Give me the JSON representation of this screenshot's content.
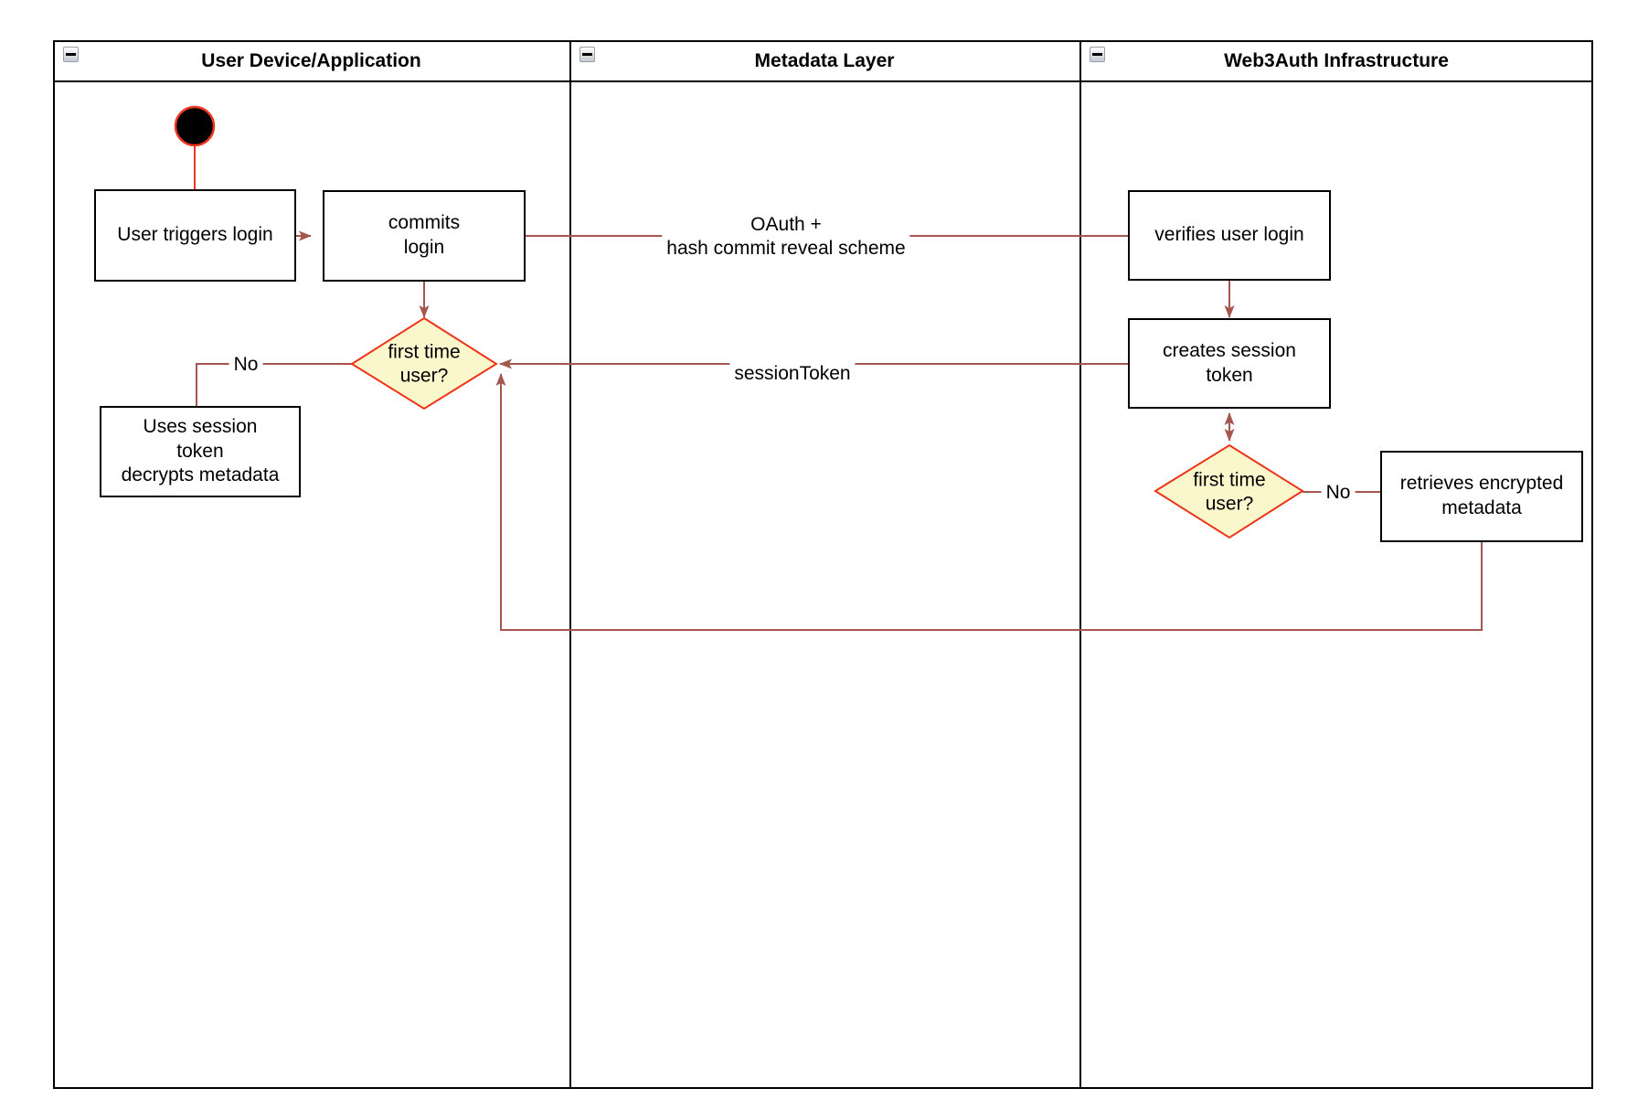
{
  "lanes": [
    {
      "title": "User Device/Application"
    },
    {
      "title": "Metadata Layer"
    },
    {
      "title": "Web3Auth Infrastructure"
    }
  ],
  "icons": {
    "collapse": "minus-icon"
  },
  "nodes": {
    "user_triggers_login": "User triggers login",
    "commits_login": "commits\nlogin",
    "first_time_user_left": "first time\nuser?",
    "uses_session_token": "Uses session\ntoken\ndecrypts metadata",
    "verifies_user_login": "verifies user login",
    "creates_session_token": "creates session\ntoken",
    "first_time_user_right": "first time\nuser?",
    "retrieves_encrypted_metadata": "retrieves encrypted\nmetadata"
  },
  "edge_labels": {
    "oauth": "OAuth +\nhash commit reveal scheme",
    "session_token": "sessionToken",
    "no_left": "No",
    "no_right": "No"
  },
  "colors": {
    "connector": "#a5564e",
    "decision_border": "#ee3417",
    "decision_fill": "#fbf7cd",
    "start_ring": "#f0361f",
    "start_fill": "#000000",
    "node_border": "#000000",
    "lane_border": "#000000",
    "collapse_border": "#98a0ac"
  }
}
